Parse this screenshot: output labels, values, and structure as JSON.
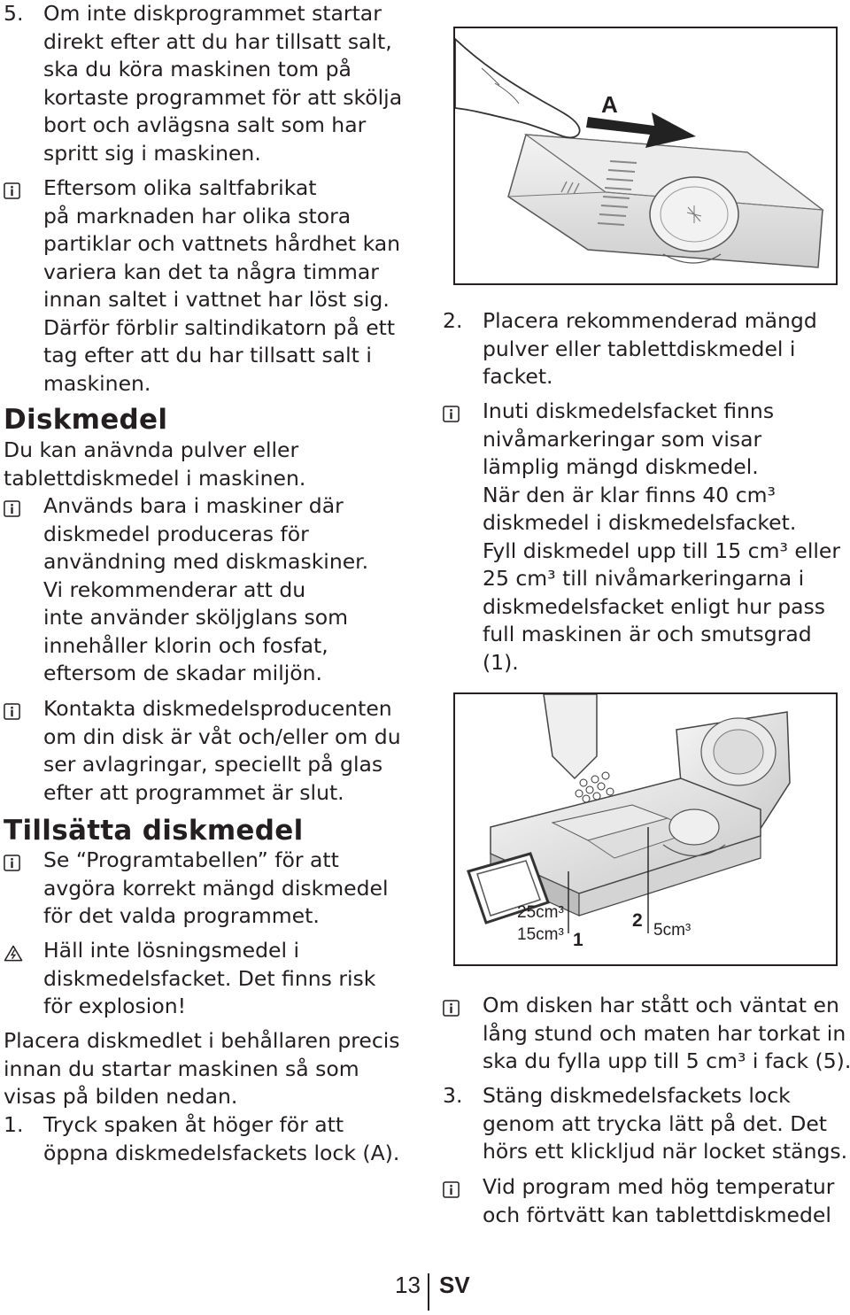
{
  "left": {
    "item5": {
      "num": "5.",
      "lines": [
        "Om inte diskprogrammet startar",
        "direkt efter att du har tillsatt salt,",
        "ska du köra maskinen tom på",
        "kortaste programmet för att skölja",
        "bort och avlägsna salt som har",
        "spritt sig i maskinen."
      ]
    },
    "note1": {
      "lines": [
        "Eftersom olika saltfabrikat",
        "på marknaden har olika stora",
        "partiklar och vattnets hårdhet kan",
        "variera kan det ta några timmar",
        "innan saltet i vattnet har löst sig.",
        "Därför förblir saltindikatorn på ett",
        "tag efter att du har tillsatt salt i",
        "maskinen."
      ]
    },
    "heading1": "Diskmedel",
    "intro1": [
      "Du kan anävnda pulver eller",
      "tablettdiskmedel i maskinen."
    ],
    "note2": {
      "lines": [
        "Används bara i maskiner där",
        "diskmedel produceras för",
        "användning med diskmaskiner.",
        "Vi rekommenderar att du",
        "inte använder sköljglans som",
        "innehåller klorin och fosfat,",
        "eftersom de skadar miljön."
      ]
    },
    "note3": {
      "lines": [
        "Kontakta diskmedelsproducenten",
        "om din disk är våt och/eller om du",
        "ser avlagringar, speciellt på glas",
        "efter att programmet är slut."
      ]
    },
    "heading2": "Tillsätta diskmedel",
    "note4": {
      "lines": [
        "Se “Programtabellen” för att",
        "avgöra korrekt mängd diskmedel",
        "för det valda programmet."
      ]
    },
    "warning1": {
      "lines": [
        "Häll inte lösningsmedel i",
        "diskmedelsfacket. Det finns risk",
        "för explosion!"
      ]
    },
    "intro2": [
      "Placera diskmedlet i behållaren precis",
      "innan du startar maskinen så som",
      "visas på bilden nedan."
    ],
    "step1": {
      "num": "1.",
      "lines": [
        "Tryck spaken åt höger för att",
        "öppna diskmedelsfackets lock (A)."
      ]
    }
  },
  "right": {
    "figure1": {
      "label": "A"
    },
    "step2": {
      "num": "2.",
      "lines": [
        "Placera rekommenderad mängd",
        "pulver eller tablettdiskmedel i",
        "facket."
      ]
    },
    "note5": {
      "lines": [
        "Inuti diskmedelsfacket finns",
        "nivåmarkeringar som visar",
        "lämplig mängd diskmedel.",
        "När den är klar finns 40 cm³",
        "diskmedel i diskmedelsfacket.",
        "Fyll diskmedel upp till 15 cm³ eller",
        "25 cm³ till nivåmarkeringarna i",
        "diskmedelsfacket enligt hur pass",
        "full maskinen är och smutsgrad",
        "(1)."
      ]
    },
    "figure2": {
      "label_25": "25cm³",
      "label_15": "15cm³",
      "label_1": "1",
      "label_2": "2",
      "label_5": "5cm³"
    },
    "note6": {
      "lines": [
        "Om disken har stått och väntat en",
        "lång stund och maten har torkat in",
        "ska du fylla upp till 5 cm³ i fack (5)."
      ]
    },
    "step3": {
      "num": "3.",
      "lines": [
        "Stäng diskmedelsfackets lock",
        "genom att trycka lätt på det. Det",
        "hörs ett klickljud när locket stängs."
      ]
    },
    "note7": {
      "lines": [
        "Vid program med hög temperatur",
        "och förtvätt kan tablettdiskmedel"
      ]
    }
  },
  "footer": {
    "page_number": "13",
    "language": "SV"
  }
}
